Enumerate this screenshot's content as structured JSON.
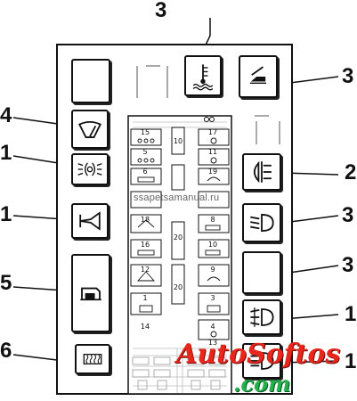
{
  "callouts": {
    "c3_top": "3",
    "c3_right_top": "3",
    "c4": "4",
    "c1_left_a": "1",
    "c1_left_b": "1",
    "c2_right": "2",
    "c3_right_mid": "3",
    "c3_right_low": "3",
    "c5": "5",
    "c1_right_a": "1",
    "c6": "6",
    "c1_right_b": "1"
  },
  "fuses": {
    "r1": [
      "15",
      "17"
    ],
    "r2": [
      "5",
      "11"
    ],
    "r3": [
      "6",
      "19"
    ],
    "r4": [
      "18",
      "8"
    ],
    "r5": [
      "16",
      "10"
    ],
    "r6": [
      "12",
      "9"
    ],
    "r7": [
      "1",
      "3"
    ],
    "r8": [
      "14",
      "4"
    ],
    "r9": [
      "13"
    ],
    "c1": "10",
    "c2": "20",
    "c3": "20"
  },
  "icons": {
    "coolant": "coolant-temperature-icon",
    "hood": "hood-icon",
    "wiper": "wiper-icon",
    "side_lights": "side-lights-icon",
    "horn": "horn-icon",
    "rear_fog": "rear-fog-light-icon",
    "low_beam": "low-beam-icon",
    "door_lock": "door-lock-icon",
    "front_fog": "front-fog-light-icon",
    "rear_defrost": "rear-window-heater-icon",
    "high_beam": "high-beam-icon"
  },
  "watermark": {
    "site": "ssapetsamanual.ru",
    "brand": "AutoSoftos",
    "domain": ".com"
  },
  "colors": {
    "ink": "#111111",
    "watermark_red": "#e8261c",
    "watermark_green": "#22b14c"
  }
}
